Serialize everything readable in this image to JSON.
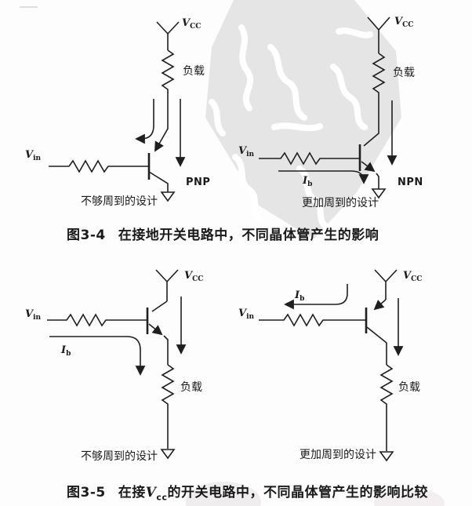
{
  "page": {
    "background": "#fdfdfd",
    "ink": "#1f1f1f",
    "watermark_color": "#e5e5e5"
  },
  "symbols": {
    "v": "V",
    "in_sub": "in",
    "cc_sub": "CC",
    "i": "I",
    "b_sub": "b",
    "load_label": "负载",
    "pnp_label": "PNP",
    "npn_label": "NPN"
  },
  "notes": {
    "poor": "不够周到的设计",
    "better": "更加周到的设计"
  },
  "fig34": {
    "tag": "图3-4",
    "caption": "在接地开关电路中，不同晶体管产生的影响"
  },
  "fig35": {
    "tag": "图3-5",
    "caption_prefix": "在接",
    "v_sub": "cc",
    "caption_suffix": "的开关电路中，不同晶体管产生的影响比较"
  }
}
